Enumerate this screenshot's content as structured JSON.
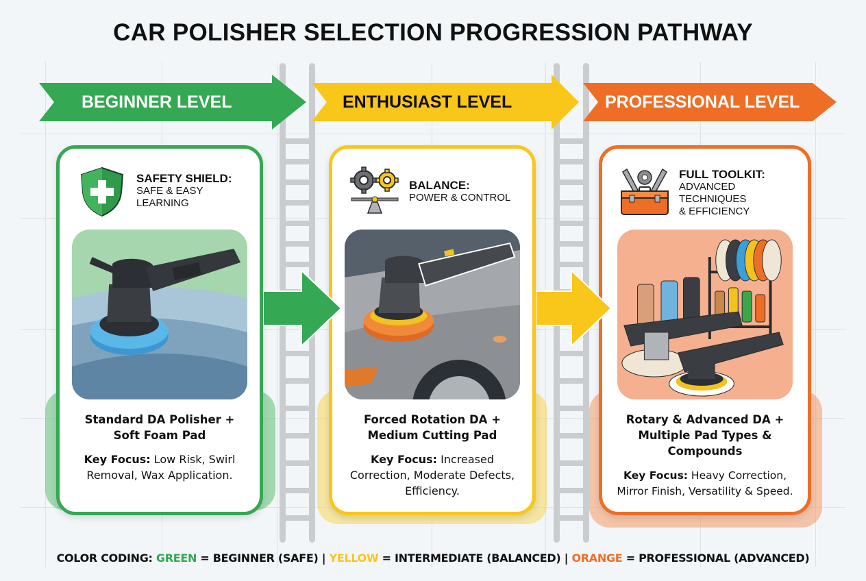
{
  "title": "CAR POLISHER SELECTION PROGRESSION PATHWAY",
  "colors": {
    "green": "#34a853",
    "yellow": "#f9c61a",
    "orange": "#ee6e26",
    "ladder": "#c9cdd0",
    "background": "#f3f6f8"
  },
  "levels": [
    {
      "banner": "BEGINNER LEVEL",
      "icon": "shield-plus-icon",
      "head_title": "SAFETY SHIELD:",
      "head_sub_1": "SAFE & EASY",
      "head_sub_2": "LEARNING",
      "head_sub_3": "",
      "illustration": "da-polisher-blue-foam-pad-on-car-hood",
      "product_1": "Standard DA Polisher +",
      "product_2": "Soft Foam Pad",
      "product_3": "",
      "focus_label": "Key Focus:",
      "focus_1": " Low Risk, Swirl",
      "focus_2": "Removal, Wax Application.",
      "focus_3": ""
    },
    {
      "banner": "ENTHUSIAST LEVEL",
      "icon": "gears-balance-scale-icon",
      "head_title": "BALANCE:",
      "head_sub_1": "POWER & CONTROL",
      "head_sub_2": "",
      "head_sub_3": "",
      "illustration": "forced-rotation-da-orange-pad-on-car-fender",
      "product_1": "Forced Rotation DA +",
      "product_2": "Medium Cutting Pad",
      "product_3": "",
      "focus_label": "Key Focus:",
      "focus_1": " Increased",
      "focus_2": "Correction, Moderate Defects,",
      "focus_3": "Efficiency."
    },
    {
      "banner": "PROFESSIONAL LEVEL",
      "icon": "toolbox-wrenches-icon",
      "head_title": "FULL TOOLKIT:",
      "head_sub_1": "ADVANCED",
      "head_sub_2": "TECHNIQUES",
      "head_sub_3": "& EFFICIENCY",
      "illustration": "rotary-and-da-polishers-with-pad-rack-and-compounds",
      "product_1": "Rotary & Advanced DA +",
      "product_2": "Multiple Pad Types &",
      "product_3": "Compounds",
      "focus_label": "Key Focus:",
      "focus_1": " Heavy Correction,",
      "focus_2": "Mirror Finish, Versatility & Speed.",
      "focus_3": ""
    }
  ],
  "legend": {
    "prefix": "COLOR CODING: ",
    "green_word": "GREEN",
    "green_text": " = BEGINNER (SAFE) | ",
    "yellow_word": "YELLOW",
    "yellow_text": " = INTERMEDIATE (BALANCED) | ",
    "orange_word": "ORANGE",
    "orange_text": " = PROFESSIONAL (ADVANCED)"
  }
}
